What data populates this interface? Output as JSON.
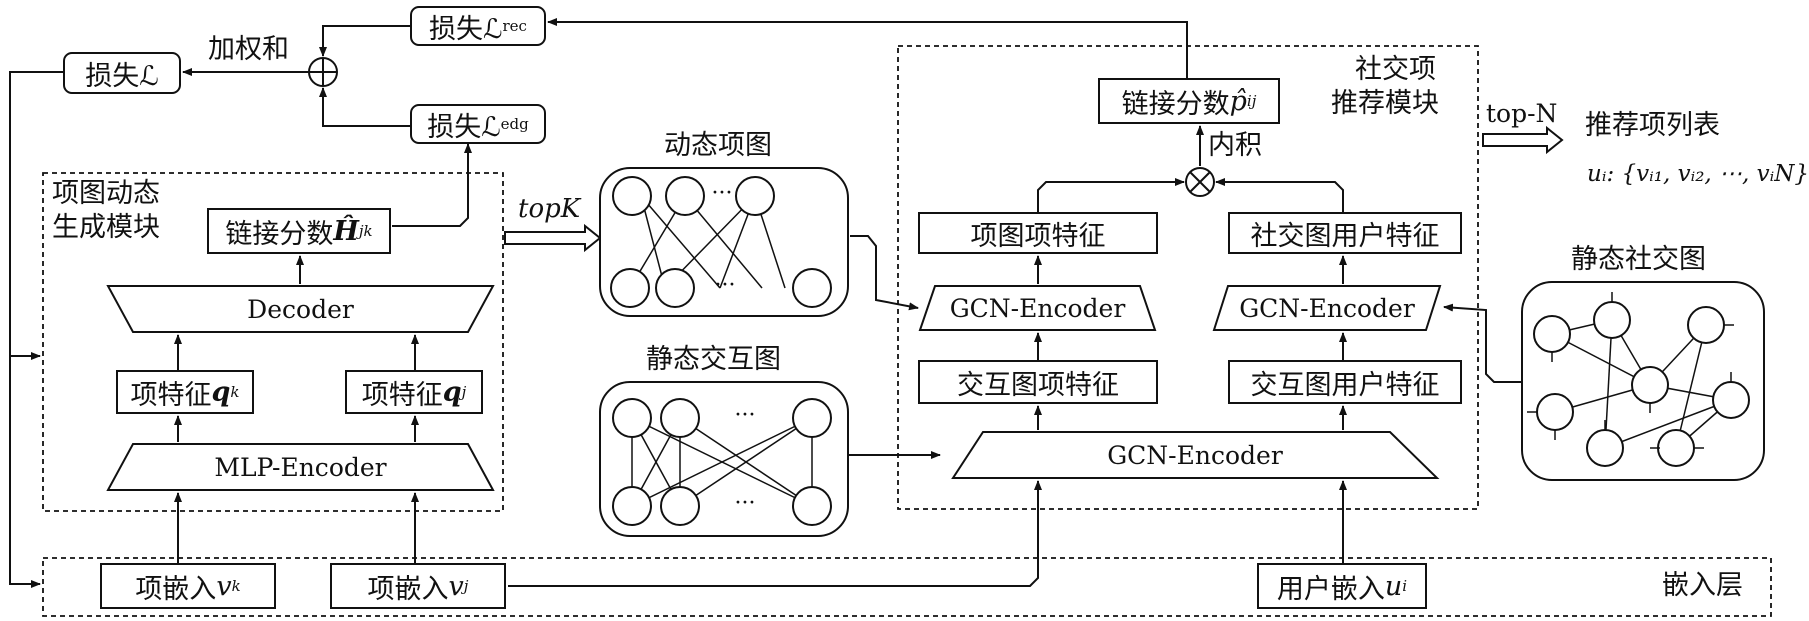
{
  "loss": {
    "total": "损失ℒ",
    "rec_prefix": "损失ℒ",
    "rec_sub": "rec",
    "edg_prefix": "损失ℒ",
    "edg_sub": "edg",
    "weighted_sum": "加权和"
  },
  "item_graph_module": {
    "title_line1": "项图动态",
    "title_line2": "生成模块",
    "link_score_prefix": "链接分数",
    "link_score_symbol": "Ĥ",
    "link_score_sub": "jk",
    "decoder": "Decoder",
    "feat_k_prefix": "项特征",
    "feat_k_symbol": "q",
    "feat_k_sub": "k",
    "feat_j_prefix": "项特征",
    "feat_j_symbol": "q",
    "feat_j_sub": "j",
    "mlp_encoder": "MLP-Encoder"
  },
  "topk_label": "topK",
  "dynamic_item_graph": "动态项图",
  "static_interaction_graph": "静态交互图",
  "static_social_graph": "静态社交图",
  "social_module": {
    "title_line1": "社交项",
    "title_line2": "推荐模块",
    "link_score_prefix": "链接分数",
    "link_score_symbol": "p̂",
    "link_score_sub": "ij",
    "inner_product": "内积",
    "item_graph_item_feature": "项图项特征",
    "social_graph_user_feature": "社交图用户特征",
    "gcn_encoder_left": "GCN-Encoder",
    "gcn_encoder_right": "GCN-Encoder",
    "interaction_item_feature": "交互图项特征",
    "interaction_user_feature": "交互图用户特征",
    "gcn_encoder_bottom": "GCN-Encoder"
  },
  "output": {
    "topn_label": "top-N",
    "list_title": "推荐项列表",
    "list_formula": "uᵢ: {vᵢ₁, vᵢ₂, ⋯, vᵢN}"
  },
  "embedding_layer": {
    "label": "嵌入层",
    "item_k_prefix": "项嵌入",
    "item_k_symbol": "v",
    "item_k_sub": "k",
    "item_j_prefix": "项嵌入",
    "item_j_symbol": "v",
    "item_j_sub": "j",
    "user_prefix": "用户嵌入",
    "user_symbol": "u",
    "user_sub": "i"
  }
}
